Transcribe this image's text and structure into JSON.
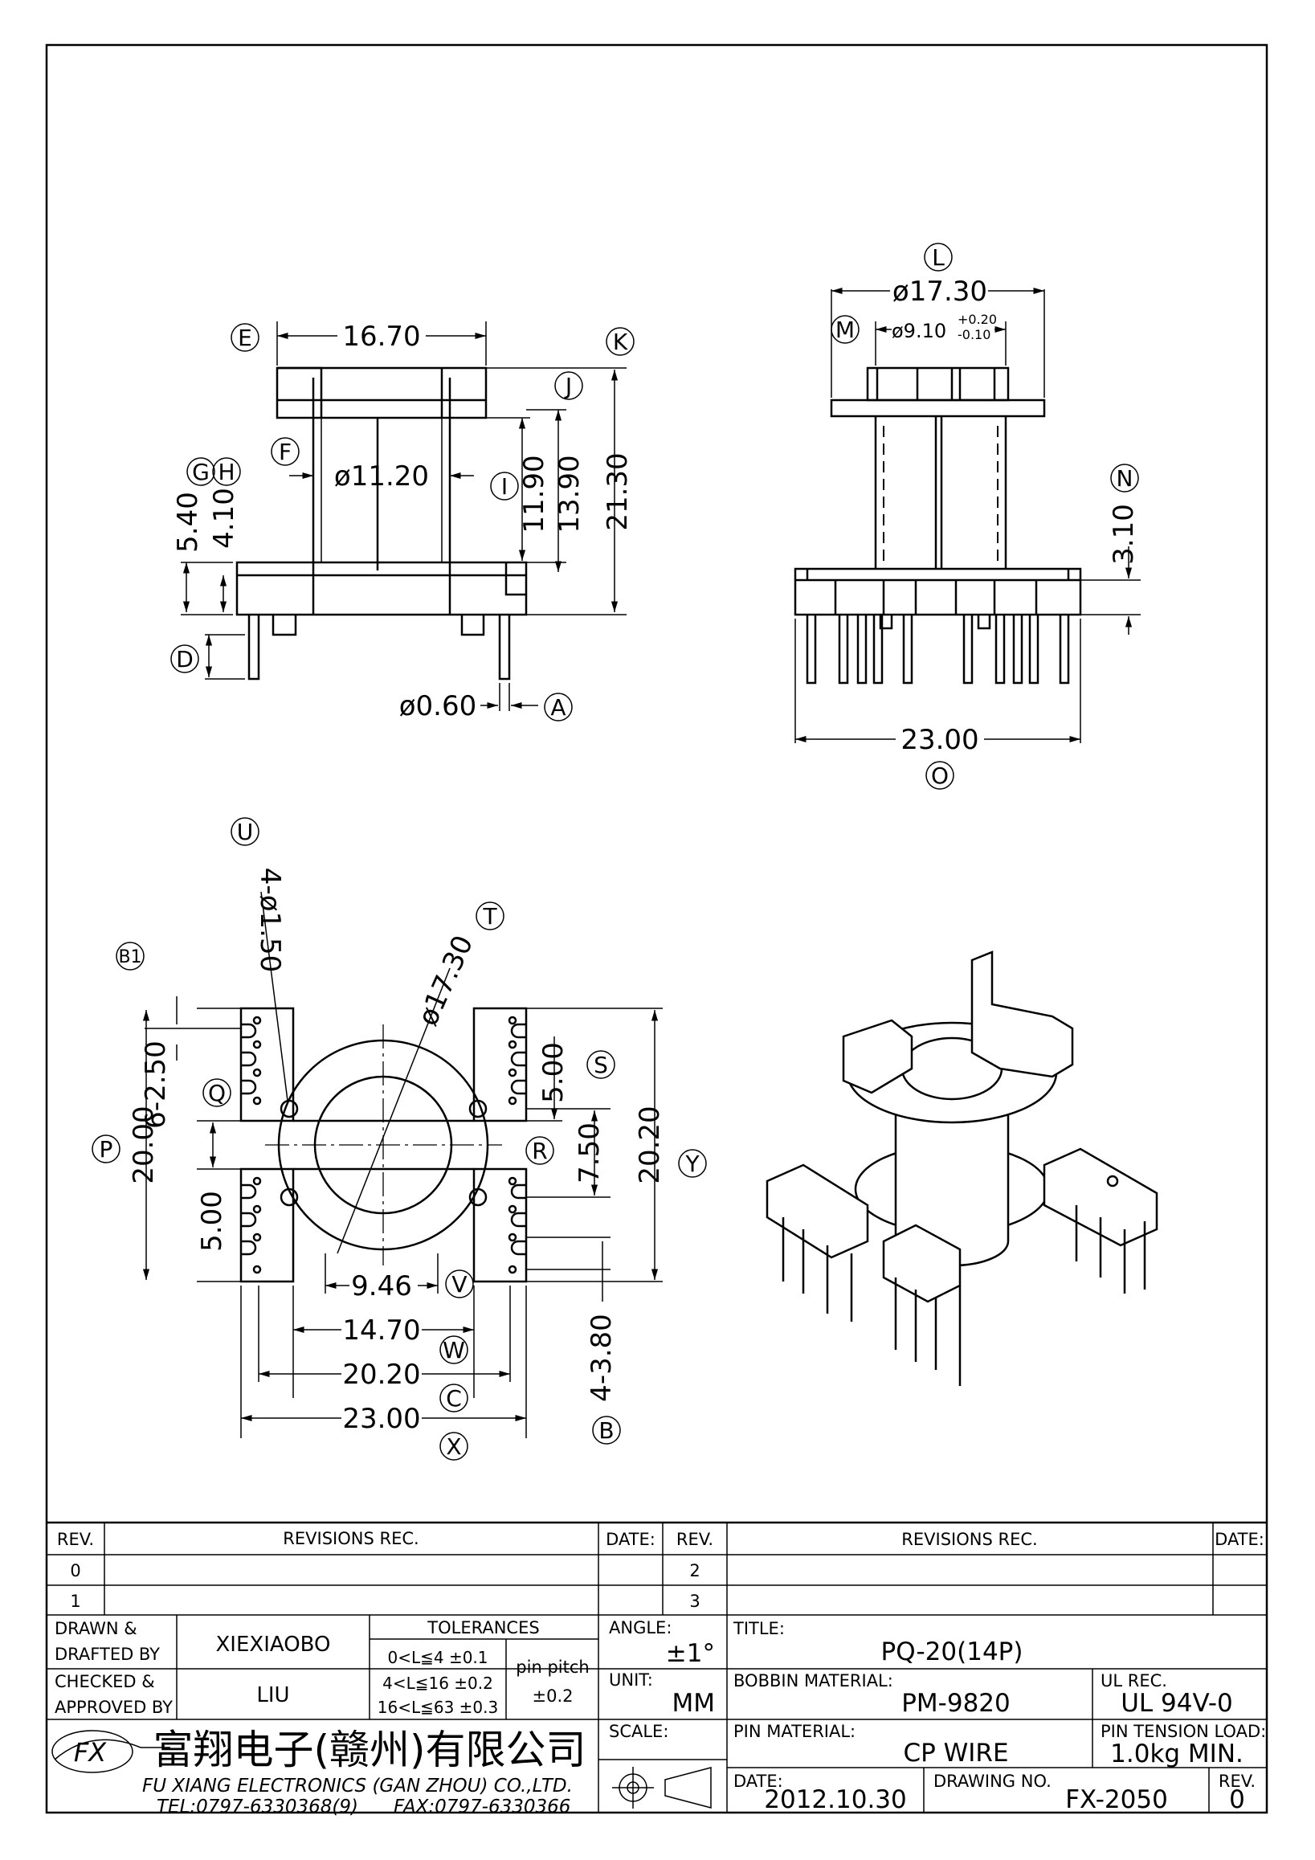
{
  "drawing": {
    "dimensions": {
      "w_16_70": "16.70",
      "d_11_20": "ø11.20",
      "h_5_40": "5.40",
      "h_4_10": "4.10",
      "h_11_90": "11.90",
      "h_13_90": "13.90",
      "h_21_30": "21.30",
      "d_0_60": "ø0.60",
      "d_17_30": "ø17.30",
      "d_9_10": "ø9.10",
      "d_9_10_tol_hi": "+0.20",
      "d_9_10_tol_lo": "-0.10",
      "h_3_10": "3.10",
      "w_23_00": "23.00",
      "pin_hole": "4-ø1.50",
      "pitch_2_50": "6-2.50",
      "d_17_30_bottom": "ø17.30",
      "v_5_00_right": "5.00",
      "v_7_50": "7.50",
      "v_20_20": "20.20",
      "v_20_00": "20.00",
      "v_5_00_left": "5.00",
      "w_9_46": "9.46",
      "w_14_70": "14.70",
      "w_20_20": "20.20",
      "w_23_00_bottom": "23.00",
      "pitch_3_80": "4-3.80"
    },
    "bubbles": [
      "A",
      "B",
      "B1",
      "C",
      "D",
      "E",
      "F",
      "G",
      "H",
      "I",
      "J",
      "K",
      "L",
      "M",
      "N",
      "O",
      "P",
      "Q",
      "R",
      "S",
      "T",
      "U",
      "V",
      "W",
      "X",
      "Y"
    ]
  },
  "title_block": {
    "revisions": {
      "rev_header": "REV.",
      "rec_header": "REVISIONS   REC.",
      "date_header": "DATE:",
      "rev_left": [
        "0",
        "1"
      ],
      "rev_right": [
        "2",
        "3"
      ]
    },
    "drawn_label": "DRAWN &",
    "drafted_label": "DRAFTED BY",
    "drawn_value": "XIEXIAOBO",
    "checked_label": "CHECKED &",
    "approved_label": "APPROVED BY",
    "checked_value": "LIU",
    "tolerances_label": "TOLERANCES",
    "tol_rows": [
      "0<L≦4   ±0.1",
      "4<L≦16  ±0.2",
      "16<L≦63  ±0.3"
    ],
    "pin_pitch_label": "pin pitch",
    "pin_pitch_value": "±0.2",
    "angle_label": "ANGLE:",
    "angle_value": "±1°",
    "unit_label": "UNIT:",
    "unit_value": "MM",
    "scale_label": "SCALE:",
    "title_label": "TITLE:",
    "title_value": "PQ-20(14P)",
    "bobbin_label": "BOBBIN MATERIAL:",
    "bobbin_value": "PM-9820",
    "ul_label": "UL REC.",
    "ul_value": "UL  94V-0",
    "pin_material_label": "PIN MATERIAL:",
    "pin_material_value": "CP  WIRE",
    "tension_label": "PIN TENSION LOAD:",
    "tension_value": "1.0kg  MIN.",
    "date_label": "DATE:",
    "date_value": "2012.10.30",
    "drawing_no_label": "DRAWING NO.",
    "drawing_no_value": "FX-2050",
    "rev_label": "REV.",
    "rev_value": "0",
    "company_cn": "富翔电子(赣州)有限公司",
    "company_en": "FU XIANG ELECTRONICS (GAN ZHOU) CO.,LTD.",
    "tel": "TEL:0797-6330368(9)",
    "fax": "FAX:0797-6330366",
    "logo_text": "FX"
  }
}
